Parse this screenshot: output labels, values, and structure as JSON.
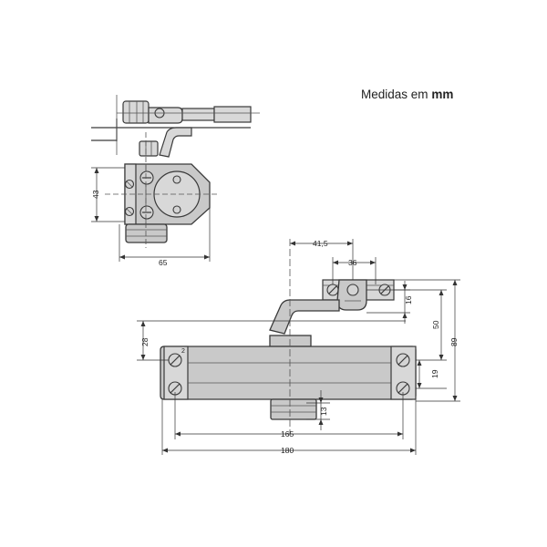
{
  "caption": {
    "prefix": "Medidas em",
    "unit": "mm"
  },
  "dimensions": {
    "top_view_height": "43",
    "top_view_width": "65",
    "arm_offset": "41,5",
    "bracket_width": "36",
    "bracket_height": "16",
    "arm_height": "50",
    "total_height": "89",
    "body_height": "19",
    "body_top_offset": "28",
    "piston_offset": "13",
    "hole_spacing": "165",
    "total_length": "180"
  },
  "body_marker": "2"
}
